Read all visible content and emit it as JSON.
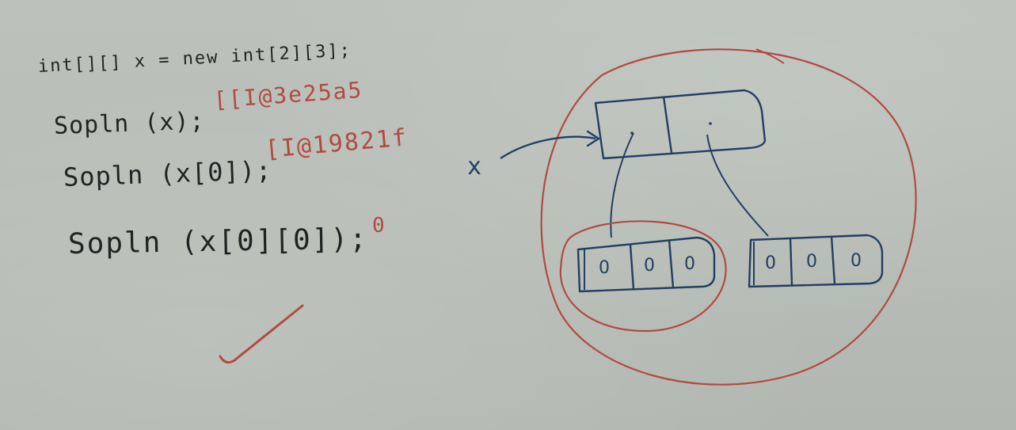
{
  "code": {
    "line1": "int[][]    x = new  int[2][3];",
    "line2_code": "Sopln (x);",
    "line2_output": "[[I@3e25a5",
    "line3_code": "Sopln (x[0]);",
    "line3_output": "[I@19821f",
    "line4_code": "Sopln (x[0][0]);",
    "line4_output": "0"
  },
  "diagram": {
    "reference_label": "x",
    "inner_arrays": [
      {
        "cells": [
          "0",
          "0",
          "0"
        ]
      },
      {
        "cells": [
          "0",
          "0",
          "0"
        ]
      }
    ]
  },
  "colors": {
    "board": "#b9bfb8",
    "black_marker": "#1f2324",
    "red_marker": "#b24a41",
    "blue_marker": "#223e63"
  }
}
